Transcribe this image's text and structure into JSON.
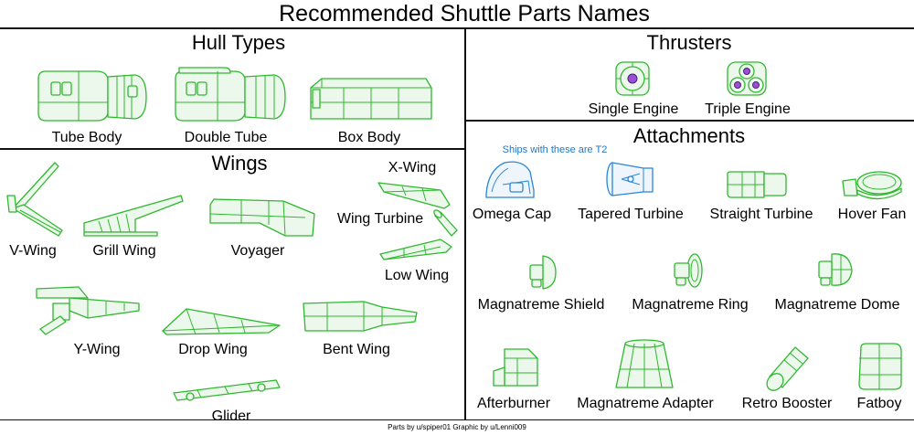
{
  "title": "Recommended Shuttle Parts Names",
  "sections": {
    "hull": "Hull Types",
    "wings": "Wings",
    "thrusters": "Thrusters",
    "attachments": "Attachments"
  },
  "note": "Ships with these are T2",
  "credit": "Parts by u/spiper01 Graphic by u/Lenni009",
  "colors": {
    "standard_part": "#2fb82f",
    "t2_part": "#2a86d6",
    "engine_core": "#9b4fd6"
  },
  "hull": [
    "Tube Body",
    "Double Tube",
    "Box Body"
  ],
  "thrusters": [
    "Single Engine",
    "Triple Engine"
  ],
  "wings": [
    "V-Wing",
    "Grill Wing",
    "Voyager",
    "X-Wing",
    "Wing Turbine",
    "Low Wing",
    "Y-Wing",
    "Drop Wing",
    "Bent Wing",
    "Glider"
  ],
  "attachments": [
    "Omega Cap",
    "Tapered Turbine",
    "Straight Turbine",
    "Hover Fan",
    "Magnatreme Shield",
    "Magnatreme Ring",
    "Magnatreme Dome",
    "Afterburner",
    "Magnatreme Adapter",
    "Retro Booster",
    "Fatboy"
  ]
}
